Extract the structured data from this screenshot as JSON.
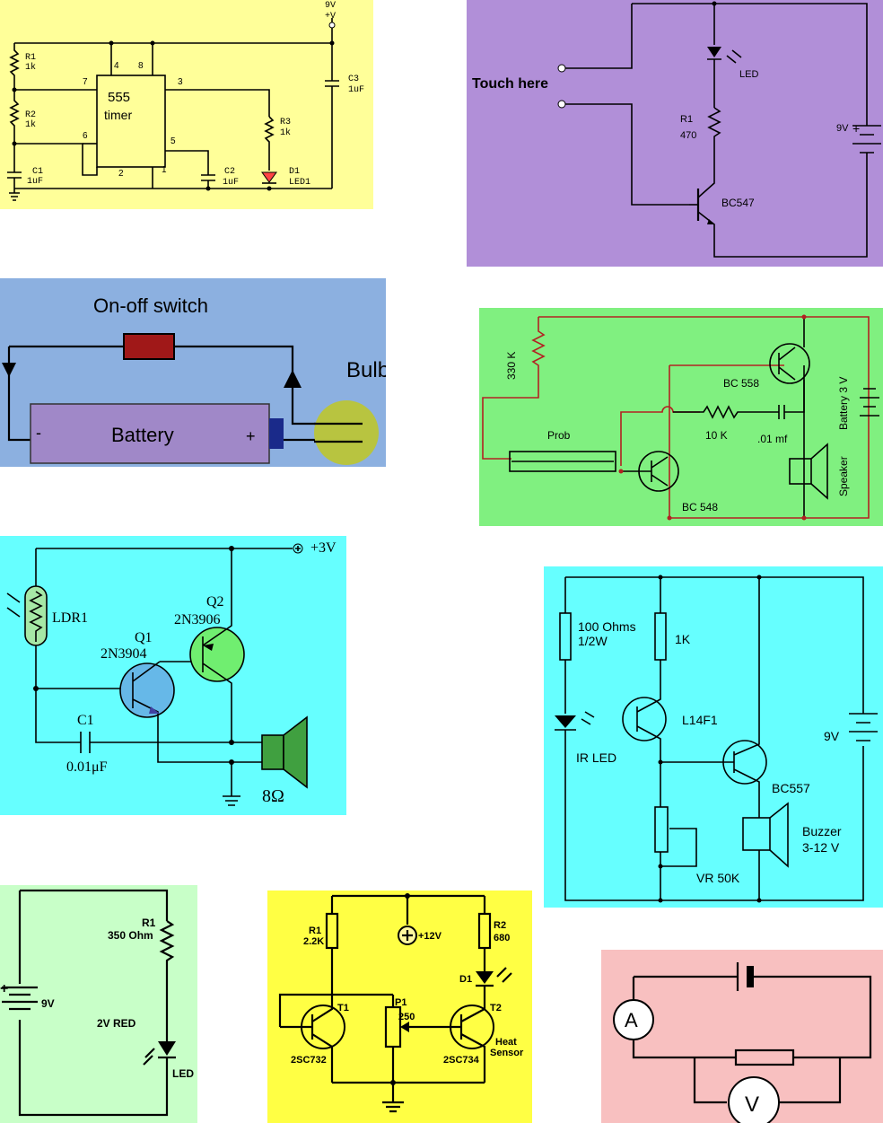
{
  "panels": {
    "p555": {
      "bg": "#ffff99",
      "supply_v": "9V",
      "supply_plus": "+V",
      "r1": "R1",
      "r1v": "1k",
      "r2": "R2",
      "r2v": "1k",
      "r3": "R3",
      "r3v": "1k",
      "c1": "C1",
      "c1v": "1uF",
      "c2": "C2",
      "c2v": "1uF",
      "c3": "C3",
      "c3v": "1uF",
      "d1": "D1",
      "d1v": "LED1",
      "chip1": "555",
      "chip2": "timer",
      "pins": [
        "4",
        "8",
        "7",
        "3",
        "6",
        "5",
        "2",
        "1"
      ]
    },
    "touch": {
      "bg": "#b18fd8",
      "touch_label": "Touch here",
      "led": "LED",
      "r1": "R1",
      "r1v": "470",
      "battery": "9V",
      "battery_plus": "+",
      "transistor": "BC547"
    },
    "bulb": {
      "bg": "#8cb0e0",
      "switch": "On-off switch",
      "battery": "Battery",
      "minus": "-",
      "plus": "+",
      "bulb": "Bulb"
    },
    "probe": {
      "bg": "#80f080",
      "r330": "330 K",
      "bc558": "BC 558",
      "battery": "Battery  3 V",
      "r10k": "10 K",
      "cap": ".01 mf",
      "prob": "Prob",
      "speaker": "Speaker",
      "bc548": "BC 548"
    },
    "ldr": {
      "bg": "#66ffff",
      "supply": "+3V",
      "q2": "Q2",
      "q2t": "2N3906",
      "ldr": "LDR1",
      "q1": "Q1",
      "q1t": "2N3904",
      "c1": "C1",
      "c1v": "0.01μF",
      "ohm": "8Ω"
    },
    "ir": {
      "bg": "#66ffff",
      "r100": "100 Ohms",
      "r100w": "1/2W",
      "r1k": "1K",
      "l14f1": "L14F1",
      "battery": "9V",
      "irled": "IR LED",
      "bc557": "BC557",
      "buzzer": "Buzzer",
      "buzzer_v": "3-12 V",
      "vr": "VR 50K"
    },
    "led": {
      "bg": "#c8ffc8",
      "r1": "R1",
      "r1v": "350 Ohm",
      "plus": "+",
      "battery": "9V",
      "red": "2V RED",
      "led": "LED"
    },
    "heat": {
      "bg": "#ffff44",
      "r1": "R1",
      "r1v": "2.2K",
      "supply": "+12V",
      "r2": "R2",
      "r2v": "680",
      "d1": "D1",
      "t1": "T1",
      "p1": "P1",
      "p1v": "250",
      "t2": "T2",
      "heat1": "Heat",
      "heat2": "Sensor",
      "t1m": "2SC732",
      "t2m": "2SC734"
    },
    "meter": {
      "bg": "#f8c0c0",
      "ammeter": "A",
      "voltmeter": "V"
    }
  }
}
